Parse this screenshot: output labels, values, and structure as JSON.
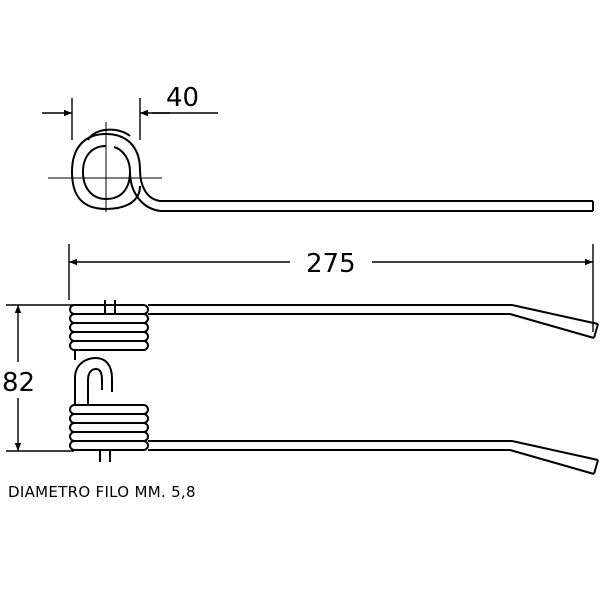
{
  "drawing": {
    "dimensions": {
      "coil_width": "40",
      "overall_length": "275",
      "height": "82"
    },
    "note": "DIAMETRO FILO MM. 5,8",
    "colors": {
      "line": "#000000",
      "background": "#ffffff"
    }
  }
}
